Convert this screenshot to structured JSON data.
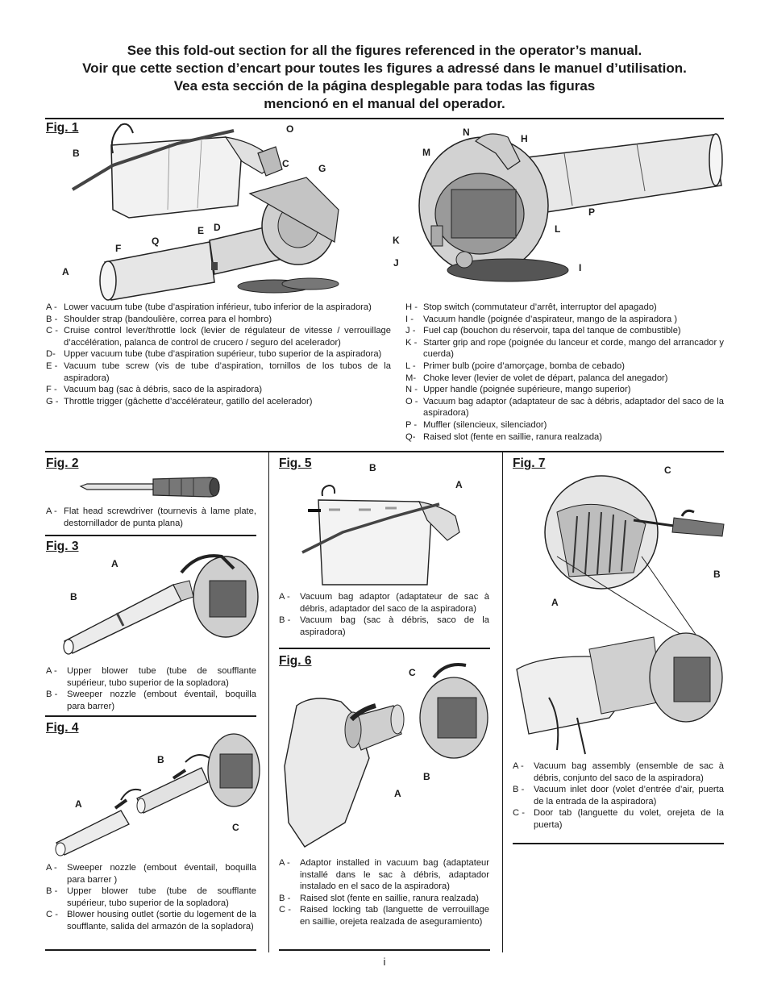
{
  "header": {
    "en": "See this fold-out section for all the figures referenced in the operator’s manual.",
    "fr": "Voir que cette section d’encart pour toutes les figures a adressé dans le manuel d’utilisation.",
    "es1": "Vea esta sección de la página desplegable para todas las figuras",
    "es2": "mencionó en el manual del operador."
  },
  "fig1": {
    "title": "Fig. 1",
    "callouts": [
      "O",
      "B",
      "C",
      "G",
      "E",
      "D",
      "F",
      "Q",
      "A",
      "N",
      "H",
      "M",
      "P",
      "L",
      "K",
      "J",
      "I"
    ],
    "legend_left": [
      {
        "k": "A -",
        "t": "Lower vacuum tube (tube d’aspiration inférieur, tubo inferior de la aspiradora)"
      },
      {
        "k": "B -",
        "t": "Shoulder strap (bandoulière, correa para el hombro)"
      },
      {
        "k": "C -",
        "t": "Cruise control lever/throttle lock (levier de régulateur de vitesse / verrouillage d’accélération, palanca de control de crucero / seguro del acelerador)"
      },
      {
        "k": "D-",
        "t": "Upper vacuum tube (tube d’aspiration supérieur, tubo superior de la aspiradora)"
      },
      {
        "k": "E -",
        "t": "Vacuum tube screw (vis de tube d’aspiration, tornillos de los tubos de la aspiradora)"
      },
      {
        "k": "F -",
        "t": "Vacuum bag (sac à débris, saco de la aspiradora)"
      },
      {
        "k": "G -",
        "t": "Throttle trigger (gâchette d’accélérateur, gatillo del acelerador)"
      }
    ],
    "legend_right": [
      {
        "k": "H -",
        "t": "Stop switch (commutateur d’arrêt, interruptor del apagado)"
      },
      {
        "k": "I -",
        "t": "Vacuum handle (poignée d’aspirateur, mango de la aspiradora )"
      },
      {
        "k": "J -",
        "t": "Fuel cap (bouchon du réservoir, tapa del tanque de combustible)"
      },
      {
        "k": "K -",
        "t": "Starter grip and rope (poignée du lanceur et corde, mango del arrancador y cuerda)"
      },
      {
        "k": "L -",
        "t": "Primer bulb (poire d’amorçage, bomba de cebado)"
      },
      {
        "k": "M-",
        "t": "Choke lever (levier de volet de départ, palanca del anegador)"
      },
      {
        "k": "N -",
        "t": "Upper handle (poignée supérieure, mango superior)"
      },
      {
        "k": "O -",
        "t": "Vacuum bag adaptor (adaptateur de sac à débris, adaptador del saco de la aspiradora)"
      },
      {
        "k": "P -",
        "t": "Muffler (silencieux, silenciador)"
      },
      {
        "k": "Q-",
        "t": "Raised slot (fente en saillie, ranura realzada)"
      }
    ]
  },
  "fig2": {
    "title": "Fig. 2",
    "legend": [
      {
        "k": "A -",
        "t": "Flat head screwdriver (tournevis à lame plate, destornillador de punta plana)"
      }
    ]
  },
  "fig3": {
    "title": "Fig. 3",
    "callouts": [
      "A",
      "B"
    ],
    "legend": [
      {
        "k": "A -",
        "t": "Upper blower tube (tube de soufflante supérieur, tubo superior de la sopladora)"
      },
      {
        "k": "B -",
        "t": "Sweeper nozzle (embout éventail, boquilla para barrer)"
      }
    ]
  },
  "fig4": {
    "title": "Fig. 4",
    "callouts": [
      "B",
      "A",
      "C"
    ],
    "legend": [
      {
        "k": "A -",
        "t": "Sweeper nozzle (embout éventail, boquilla para barrer )"
      },
      {
        "k": "B -",
        "t": "Upper blower tube (tube de soufflante supérieur, tubo superior de la sopladora)"
      },
      {
        "k": "C -",
        "t": "Blower housing outlet (sortie du logement de la soufflante, salida del armazón de la sopladora)"
      }
    ]
  },
  "fig5": {
    "title": "Fig. 5",
    "callouts": [
      "B",
      "A"
    ],
    "legend": [
      {
        "k": "A -",
        "t": "Vacuum bag adaptor (adaptateur de sac à débris, adaptador del saco de la aspiradora)"
      },
      {
        "k": "B -",
        "t": "Vacuum bag (sac à débris, saco de la aspiradora)"
      }
    ]
  },
  "fig6": {
    "title": "Fig. 6",
    "callouts": [
      "C",
      "B",
      "A"
    ],
    "legend": [
      {
        "k": "A -",
        "t": "Adaptor installed in vacuum bag (adaptateur installé dans le sac à débris, adaptador instalado en el saco de la aspiradora)"
      },
      {
        "k": "B -",
        "t": "Raised slot (fente en saillie, ranura realzada)"
      },
      {
        "k": "C -",
        "t": "Raised locking tab (languette de verrouillage en saillie, orejeta realzada de aseguramiento)"
      }
    ]
  },
  "fig7": {
    "title": "Fig. 7",
    "callouts": [
      "C",
      "B",
      "A"
    ],
    "legend": [
      {
        "k": "A -",
        "t": "Vacuum bag assembly (ensemble de sac à débris, conjunto del saco de la aspiradora)"
      },
      {
        "k": "B -",
        "t": "Vacuum inlet door (volet d’entrée d’air, puerta de la entrada de la aspiradora)"
      },
      {
        "k": "C -",
        "t": "Door tab (languette du volet, orejeta de la puerta)"
      }
    ]
  },
  "page_number": "i"
}
